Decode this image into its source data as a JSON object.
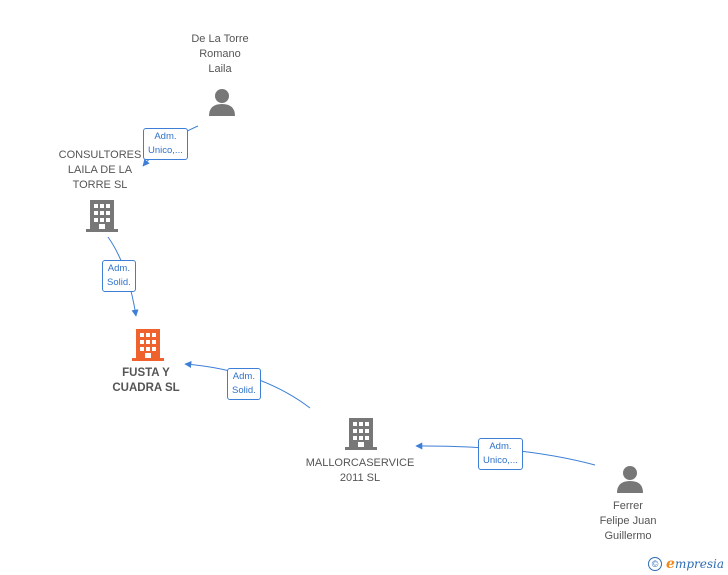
{
  "colors": {
    "edge": "#3d7fd6",
    "node_gray": "#777777",
    "node_main": "#f0622d"
  },
  "nodes": {
    "person_de_la_torre": {
      "icon": "person-icon",
      "lines": [
        "De La Torre",
        "Romano",
        "Laila"
      ]
    },
    "consultores": {
      "icon": "building-icon",
      "lines": [
        "CONSULTORES",
        "LAILA DE LA",
        "TORRE  SL"
      ]
    },
    "fusta": {
      "icon": "building-icon",
      "lines": [
        "FUSTA Y",
        "CUADRA  SL"
      ]
    },
    "mallorcaservice": {
      "icon": "building-icon",
      "lines": [
        "MALLORCASERVICE",
        "2011 SL"
      ]
    },
    "person_ferrer": {
      "icon": "person-icon",
      "lines": [
        "Ferrer",
        "Felipe Juan",
        "Guillermo"
      ]
    }
  },
  "edges": {
    "e1": {
      "lines": [
        "Adm.",
        "Unico,..."
      ]
    },
    "e2": {
      "lines": [
        "Adm.",
        "Solid."
      ]
    },
    "e3": {
      "lines": [
        "Adm.",
        "Solid."
      ]
    },
    "e4": {
      "lines": [
        "Adm.",
        "Unico,..."
      ]
    }
  },
  "brand": {
    "copyright": "©",
    "e": "e",
    "rest": "mpresia"
  }
}
